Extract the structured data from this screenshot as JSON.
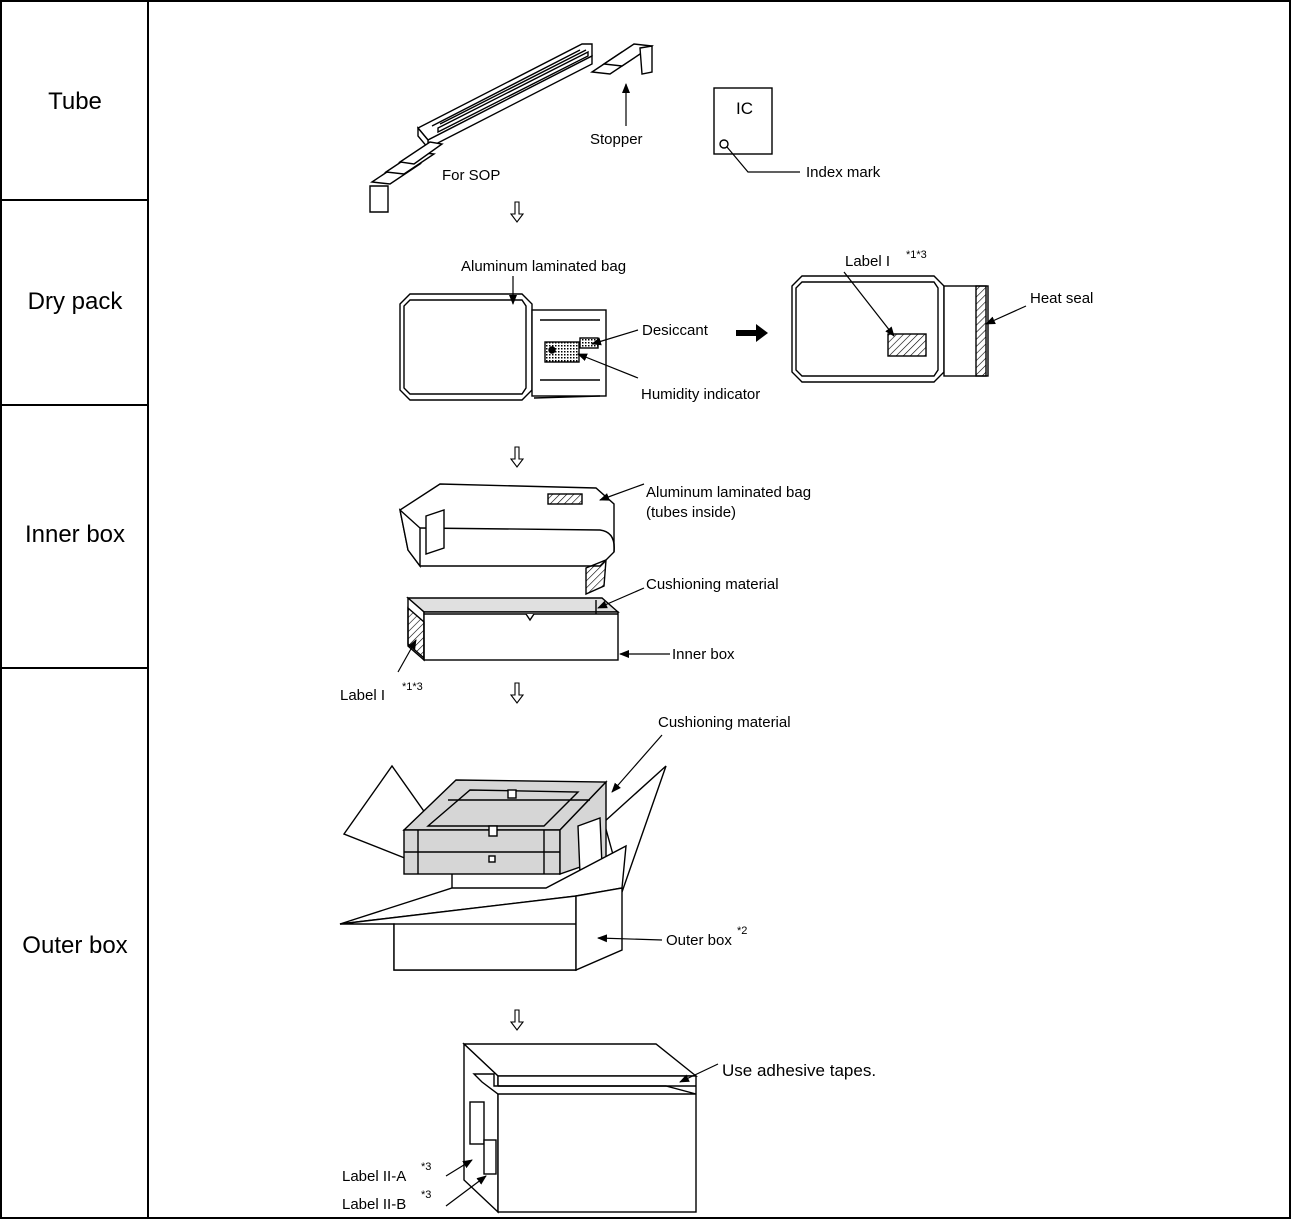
{
  "stages": [
    {
      "label": "Tube"
    },
    {
      "label": "Dry pack"
    },
    {
      "label": "Inner box"
    },
    {
      "label": "Outer box"
    }
  ],
  "tube": {
    "stopper": "Stopper",
    "for_sop": "For SOP",
    "ic": "IC",
    "index_mark": "Index mark"
  },
  "drypack": {
    "aluminum_bag": "Aluminum laminated bag",
    "desiccant": "Desiccant",
    "humidity_indicator": "Humidity indicator",
    "label_i": "Label I",
    "label_i_sup": "*1*3",
    "heat_seal": "Heat seal"
  },
  "innerbox": {
    "aluminum_bag": "Aluminum laminated bag",
    "tubes_inside": "(tubes inside)",
    "cushioning": "Cushioning material",
    "inner_box": "Inner box",
    "label_i": "Label I",
    "label_i_sup": "*1*3"
  },
  "outerbox": {
    "cushioning": "Cushioning material",
    "outer_box": "Outer box",
    "outer_box_sup": "*2",
    "adhesive": "Use adhesive tapes.",
    "label_iia": "Label II-A",
    "label_iia_sup": "*3",
    "label_iib": "Label II-B",
    "label_iib_sup": "*3"
  },
  "icons": [
    "down-arrow-icon",
    "right-arrow-icon",
    "hatch-pattern"
  ]
}
